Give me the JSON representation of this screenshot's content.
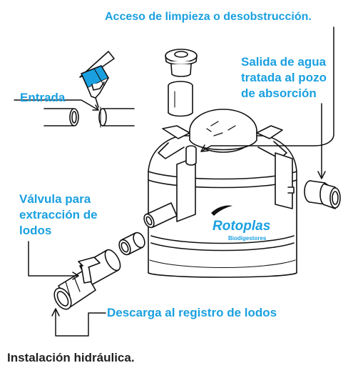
{
  "labels": {
    "cleaning_access": "Acceso de limpieza o desobstrucción.",
    "outlet": [
      "Salida de agua",
      "tratada al pozo",
      "de absorción"
    ],
    "inlet": "Entrada",
    "valve": [
      "Válvula para",
      "extracción de",
      "lodos"
    ],
    "discharge": "Descarga al registro de lodos"
  },
  "brand": {
    "name": "Rotoplas",
    "product": "Biodigestores"
  },
  "caption": "Instalación hidráulica.",
  "colors": {
    "accent": "#1aa0e0",
    "line": "#111111",
    "caption": "#222222"
  },
  "icons": [
    "tube-icon",
    "pipe-icon",
    "cap-icon",
    "arrow-icon"
  ]
}
